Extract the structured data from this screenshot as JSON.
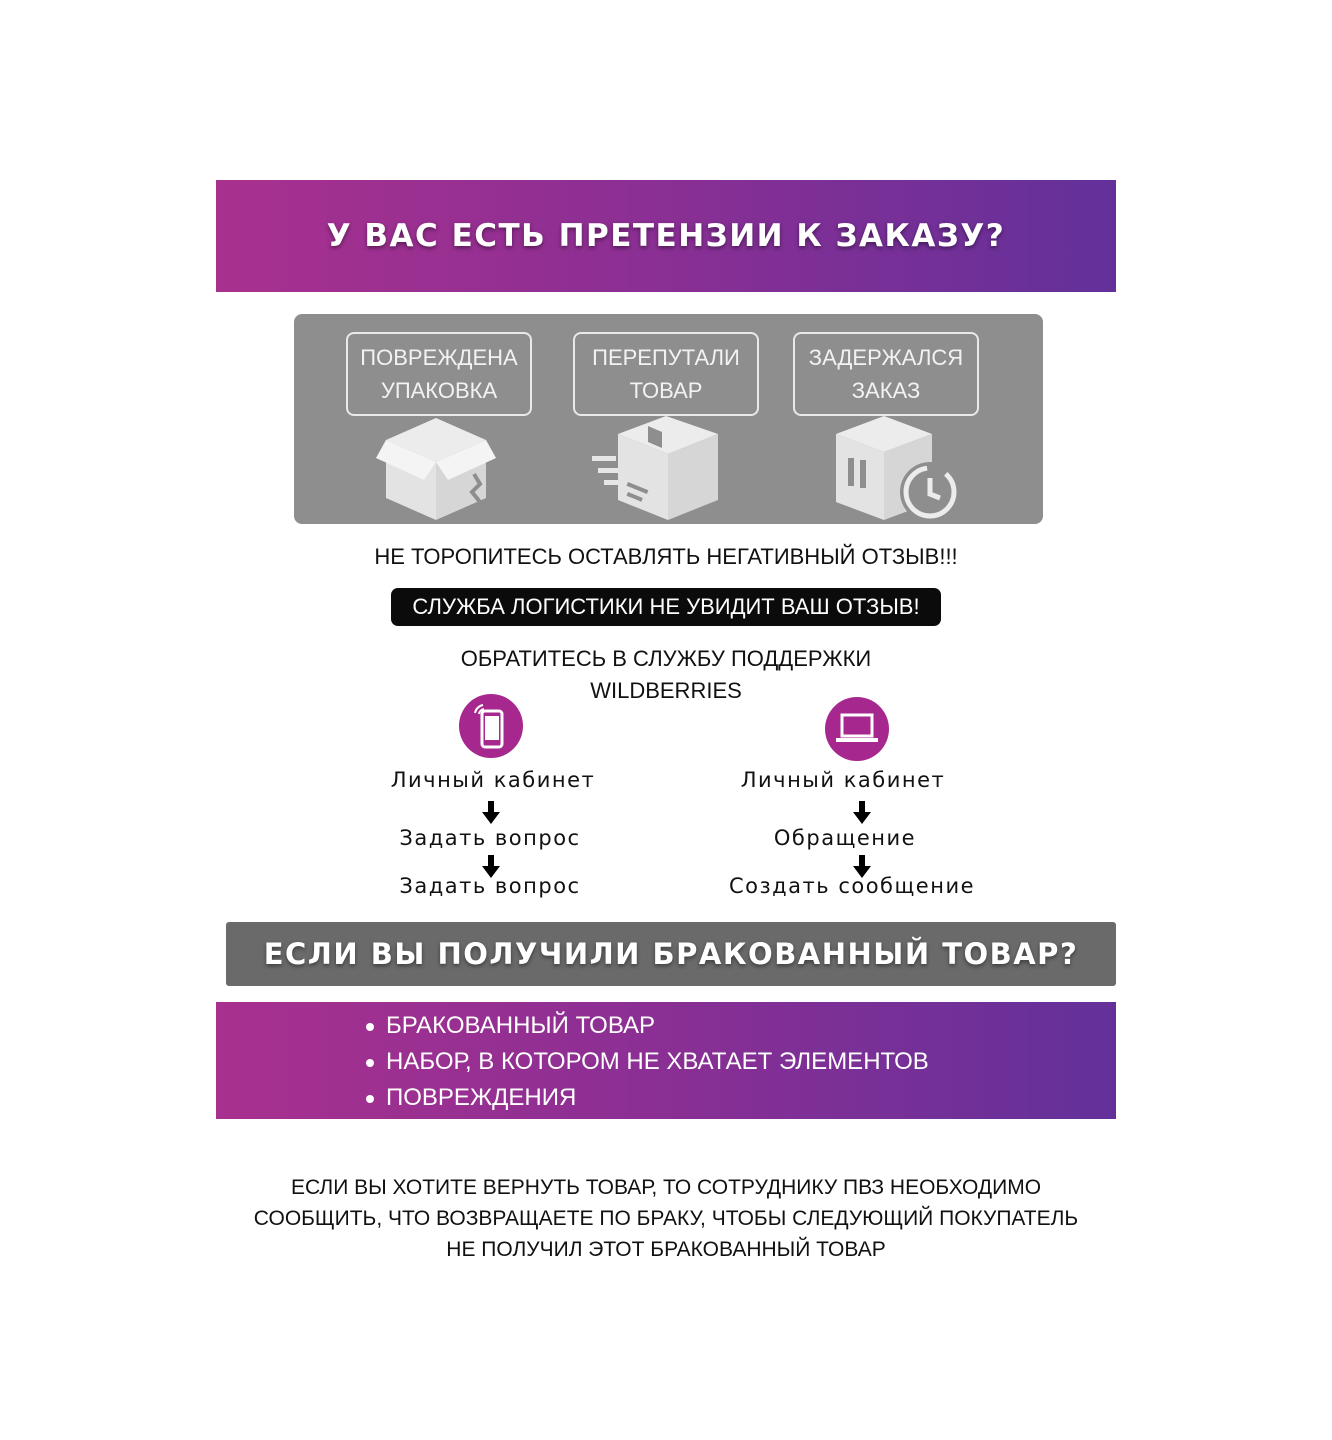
{
  "header": {
    "title": "У ВАС ЕСТЬ ПРЕТЕНЗИИ К ЗАКАЗУ?"
  },
  "issues": [
    {
      "line1": "ПОВРЕЖДЕНА",
      "line2": "УПАКОВКА",
      "icon": "damaged-box-icon"
    },
    {
      "line1": "ПЕРЕПУТАЛИ",
      "line2": "ТОВАР",
      "icon": "shipping-box-icon"
    },
    {
      "line1": "ЗАДЕРЖАЛСЯ",
      "line2": "ЗАКАЗ",
      "icon": "delayed-box-icon"
    }
  ],
  "warning": "НЕ ТОРОПИТЕСЬ ОСТАВЛЯТЬ НЕГАТИВНЫЙ ОТЗЫВ!!!",
  "logistics_notice": "СЛУЖБА ЛОГИСТИКИ НЕ УВИДИТ ВАШ ОТЗЫВ!",
  "support": {
    "line1": "ОБРАТИТЕСЬ В СЛУЖБУ ПОДДЕРЖКИ",
    "line2": "WILDBERRIES"
  },
  "mobile_path": {
    "icon": "smartphone-icon",
    "steps": [
      "Личный кабинет",
      "Задать вопрос",
      "Задать вопрос"
    ]
  },
  "desktop_path": {
    "icon": "laptop-icon",
    "steps": [
      "Личный кабинет",
      "Обращение",
      "Создать сообщение"
    ]
  },
  "defect_header": "ЕСЛИ ВЫ ПОЛУЧИЛИ БРАКОВАННЫЙ ТОВАР?",
  "defect_list": [
    "БРАКОВАННЫЙ ТОВАР",
    "НАБОР, В КОТОРОМ НЕ ХВАТАЕТ ЭЛЕМЕНТОВ",
    "ПОВРЕЖДЕНИЯ"
  ],
  "footer_lines": [
    "ЕСЛИ ВЫ ХОТИТЕ ВЕРНУТЬ ТОВАР, ТО СОТРУДНИКУ ПВЗ НЕОБХОДИМО",
    "СООБЩИТЬ, ЧТО ВОЗВРАЩАЕТЕ ПО БРАКУ, ЧТОБЫ СЛЕДУЮЩИЙ ПОКУПАТЕЛЬ",
    "НЕ ПОЛУЧИЛ ЭТОТ БРАКОВАННЫЙ ТОВАР"
  ],
  "colors": {
    "accent_start": "#a8308f",
    "accent_end": "#63309a",
    "panel_gray": "#8e8e8e",
    "banner_gray": "#6b6a6b"
  }
}
